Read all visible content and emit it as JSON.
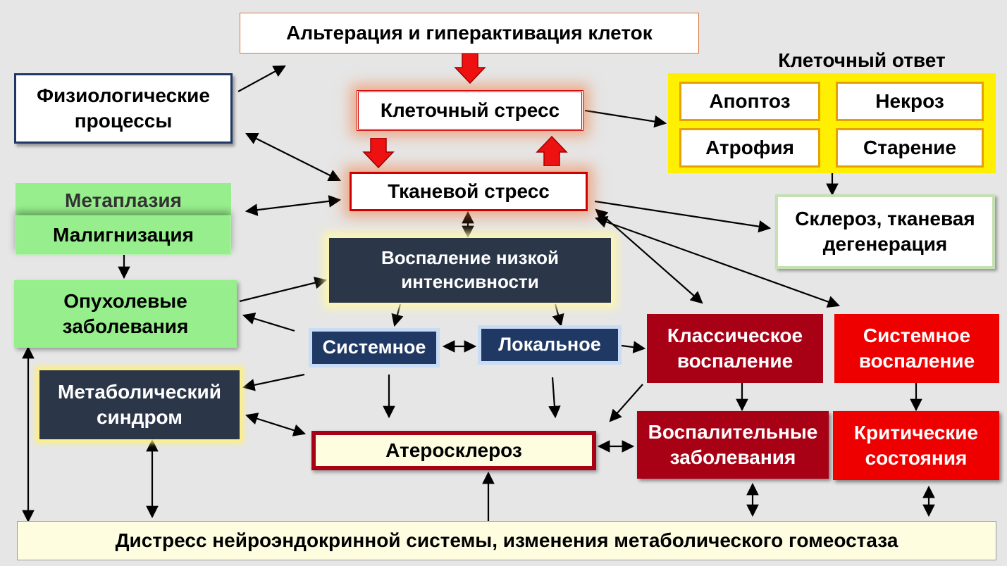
{
  "top": {
    "alteration": "Альтерация и гиперактивация клеток"
  },
  "left": {
    "physiology": [
      "Физиологические",
      "процессы"
    ],
    "metaplasia": "Метаплазия",
    "malignization": "Малигнизация",
    "tumors": [
      "Опухолевые",
      "заболевания"
    ],
    "metabolic_syndrome": [
      "Метаболический",
      "синдром"
    ]
  },
  "center": {
    "cell_stress": "Клеточный стресс",
    "tissue_stress": "Тканевой стресс",
    "low_grade": [
      "Воспаление низкой",
      "интенсивности"
    ],
    "systemic": "Системное",
    "local": "Локальное",
    "atherosclerosis": "Атеросклероз"
  },
  "cell_response": {
    "title": "Клеточный ответ",
    "apoptosis": "Апоптоз",
    "necrosis": "Некроз",
    "atrophy": "Атрофия",
    "senescence": "Старение"
  },
  "sclerosis": [
    "Склероз, тканевая",
    "дегенерация"
  ],
  "right": {
    "classic": [
      "Классическое",
      "воспаление"
    ],
    "systemic_inflammation": [
      "Системное",
      "воспаление"
    ],
    "inflammatory_diseases": [
      "Воспалительные",
      "заболевания"
    ],
    "critical_states": [
      "Критические",
      "состояния"
    ]
  },
  "bottom": {
    "distress": "Дистресс нейроэндокринной системы, изменения метаболического гомеостаза"
  },
  "colors": {
    "background": "#e6e6e6",
    "red_arrow": "#ee1111",
    "dark_red": "#a80014",
    "bright_red": "#ee0000",
    "navy": "#1f3864",
    "green": "#96ef8c",
    "yellow": "#ffef00"
  }
}
